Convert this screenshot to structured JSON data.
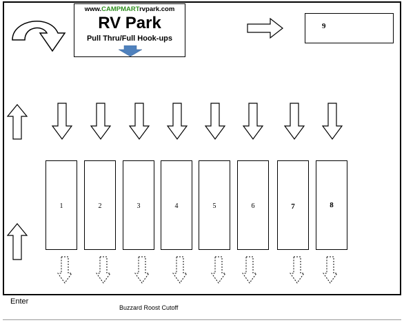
{
  "sign": {
    "url_prefix": "www.",
    "url_brand": "CAMPMART",
    "url_suffix": "rvpark.com",
    "title": "RV Park",
    "subtitle": "Pull Thru/Full Hook-ups",
    "brand_color": "#2f8f1f",
    "arrow_color": "#4f81bd"
  },
  "sites": [
    {
      "label": "1"
    },
    {
      "label": "2"
    },
    {
      "label": "3"
    },
    {
      "label": "4"
    },
    {
      "label": "5"
    },
    {
      "label": "6"
    },
    {
      "label": "7"
    },
    {
      "label": "8"
    }
  ],
  "site9": {
    "label": "9"
  },
  "footer": {
    "enter_label": "Enter",
    "road_label": "Buzzard Roost Cutoff"
  },
  "icons": {
    "u_turn": "u-turn-arrow-icon",
    "right": "right-arrow-icon",
    "up": "up-arrow-icon",
    "down": "down-arrow-icon",
    "down_dashed": "dashed-down-arrow-icon"
  }
}
